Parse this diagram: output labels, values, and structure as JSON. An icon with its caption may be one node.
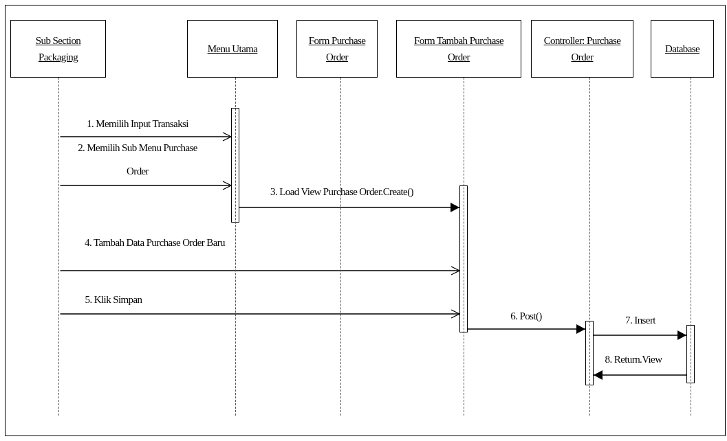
{
  "diagram": {
    "nodes": [
      {
        "text": [
          "Sub Section Packaging"
        ]
      },
      {
        "text": [
          "Menu Utama"
        ]
      },
      {
        "text": [
          "Form Purchase Order"
        ]
      },
      {
        "text": [
          "Form Tambah Purchase Order"
        ]
      },
      {
        "text": [
          "Controller: Purchase Order"
        ]
      },
      {
        "text": [
          "Database"
        ]
      },
      {
        "text": [],
        "shape": "bar"
      },
      {
        "text": [],
        "shape": "bar"
      },
      {
        "text": [],
        "shape": "bar"
      },
      {
        "text": [],
        "shape": "bar"
      },
      {
        "text": [],
        "shape": "line"
      },
      {
        "text": [],
        "shape": "line"
      },
      {
        "text": [],
        "shape": "line"
      },
      {
        "text": [],
        "shape": "line"
      },
      {
        "text": [],
        "shape": "line"
      },
      {
        "text": [],
        "shape": "line"
      }
    ],
    "edges": [
      {
        "from": 10,
        "to": 6,
        "arrow": "to",
        "label": "1. Memilih Input Transaksi"
      },
      {
        "from": 10,
        "to": 6,
        "arrow": "to",
        "label": "2. Memilih Sub Menu Purchase Order"
      },
      {
        "from": 6,
        "to": 7,
        "arrow": "to",
        "label": "3. Load View Purchase Order.Create()"
      },
      {
        "from": 10,
        "to": 7,
        "arrow": "to",
        "label": "4. Tambah Data Purchase Order Baru"
      },
      {
        "from": 10,
        "to": 7,
        "arrow": "to",
        "label": "5. Klik Simpan"
      },
      {
        "from": 7,
        "to": 8,
        "arrow": "to",
        "label": "6. Post()"
      },
      {
        "from": 8,
        "to": 9,
        "arrow": "to",
        "label": "7. Insert"
      },
      {
        "from": 9,
        "to": 8,
        "arrow": "to",
        "label": "8. Return.View"
      }
    ]
  }
}
